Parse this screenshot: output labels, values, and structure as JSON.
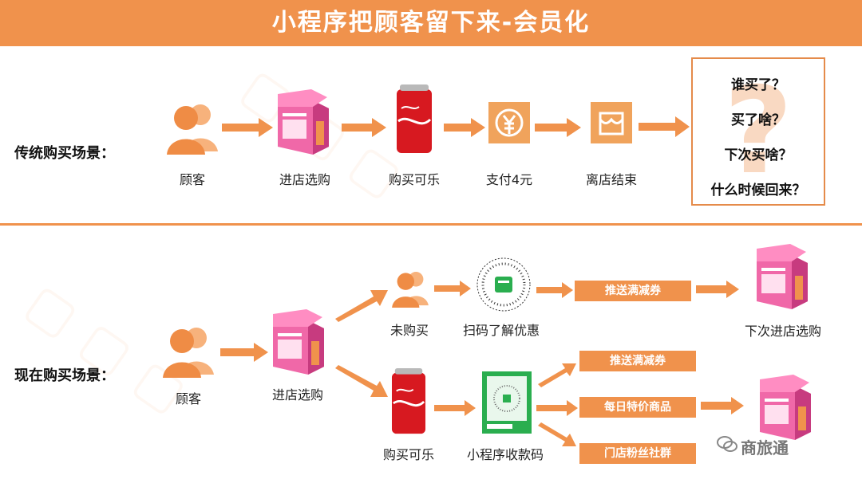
{
  "title": "小程序把顾客留下来-会员化",
  "traditional": {
    "label": "传统购买场景：",
    "steps": [
      "顾客",
      "进店选购",
      "购买可乐",
      "支付4元",
      "离店结束"
    ],
    "questions": [
      "谁买了？",
      "买了啥？",
      "下次买啥？",
      "什么时候回来？"
    ]
  },
  "current": {
    "label": "现在购买场景：",
    "start": [
      "顾客",
      "进店选购"
    ],
    "upper": {
      "steps": [
        "未购买",
        "扫码了解优惠"
      ],
      "action": "推送满减券",
      "result": "下次进店选购"
    },
    "lower": {
      "steps": [
        "购买可乐",
        "小程序收款码"
      ],
      "actions": [
        "推送满减券",
        "每日特价商品",
        "门店粉丝社群"
      ]
    }
  },
  "brand": "商旅通",
  "colors": {
    "accent": "#f0924c",
    "store_pink": "#ef4f8f",
    "coke_red": "#d71920"
  },
  "icons": [
    "user-group-icon",
    "shop-icon",
    "cola-can-icon",
    "yuan-coin-icon",
    "shop-exit-icon",
    "qr-code-icon",
    "wechat-pay-code-icon"
  ]
}
